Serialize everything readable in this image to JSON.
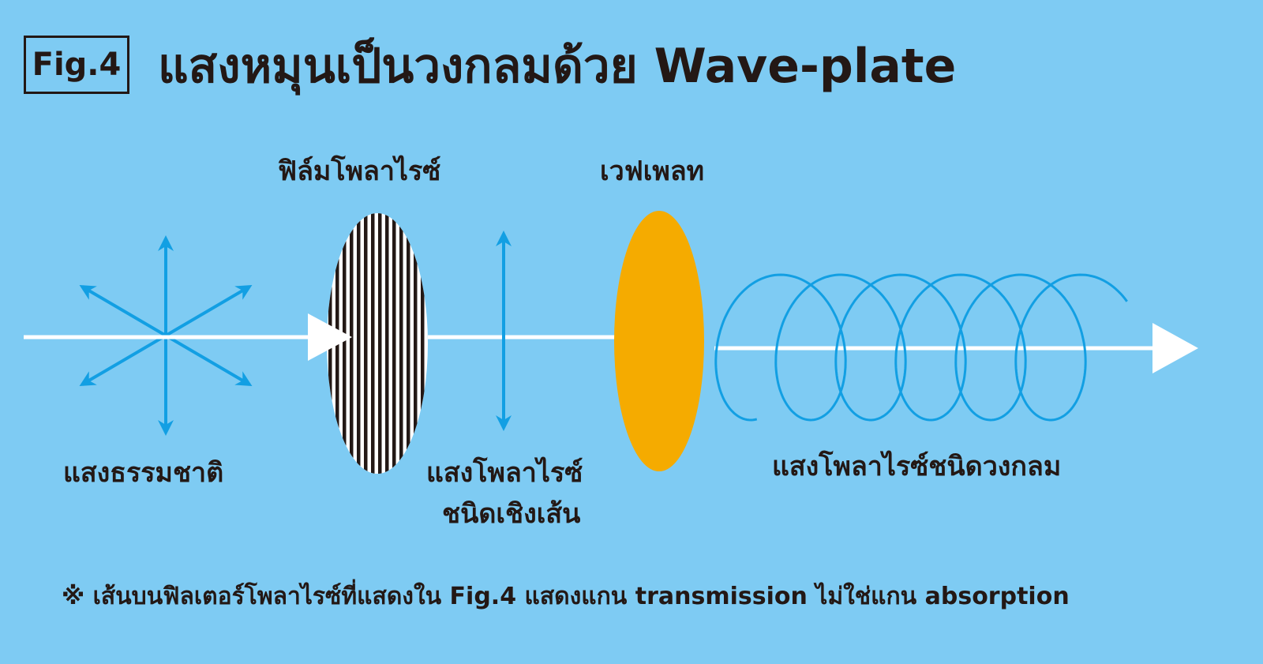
{
  "header": {
    "fig_label": "Fig.4",
    "title": "แสงหมุนเป็นวงกลมด้วย Wave-plate"
  },
  "labels": {
    "polarizer_film": "ฟิล์มโพลาไรซ์",
    "wave_plate": "เวฟเพลท",
    "natural_light": "แสงธรรมชาติ",
    "linear_polarized_1": "แสงโพลาไรซ์",
    "linear_polarized_2": "ชนิดเชิงเส้น",
    "circular_polarized": "แสงโพลาไรซ์ชนิดวงกลม"
  },
  "note": "※  เส้นบนฟิลเตอร์โพลาไรซ์ที่แสดงใน Fig.4 แสดงแกน transmission ไม่ใช่แกน absorption",
  "colors": {
    "background": "#7ecbf3",
    "arrow_blue": "#129fe3",
    "wave_plate": "#f5ab00",
    "text": "#231815",
    "beam": "#ffffff"
  }
}
